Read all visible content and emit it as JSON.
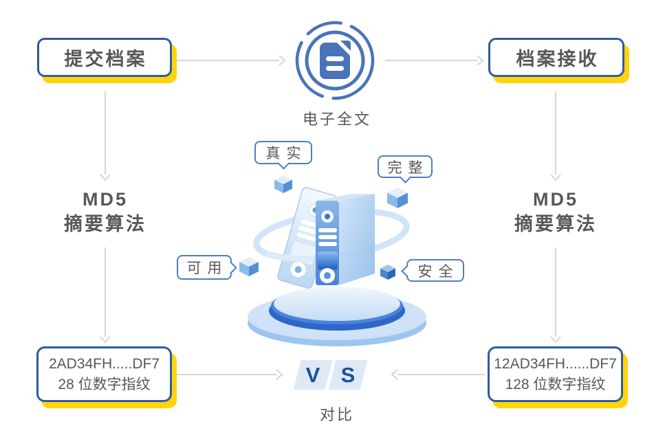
{
  "colors": {
    "box_border_blue": "#2f5b9d",
    "shadow_yellow": "#FFD40A",
    "text_gray": "#595757",
    "arrow_gray": "#d5d5d5",
    "icon_blue": "#4a74b8",
    "bubble_border_blue": "#4a7fc1",
    "vs_tile_blue": "#dfe9f6",
    "vs_letter_blue": "#1d4f9e",
    "illustration_blue": "#3f7fd0"
  },
  "flow": {
    "submit_box": "提交档案",
    "receive_box": "档案接收",
    "center_icon": "document-icon",
    "center_icon_label": "电子全文",
    "md5_left": {
      "line1": "MD5",
      "line2": "摘要算法"
    },
    "md5_right": {
      "line1": "MD5",
      "line2": "摘要算法"
    },
    "callouts": {
      "authentic": "真实",
      "complete": "完整",
      "usable": "可用",
      "secure": "安全"
    },
    "fingerprint_left": {
      "line1": "2AD34FH.....DF7",
      "line2": "28 位数字指纹"
    },
    "fingerprint_right": {
      "line1": "12AD34FH......DF7",
      "line2": "128 位数字指纹"
    },
    "vs": {
      "v": "V",
      "s": "S",
      "label": "对比"
    }
  }
}
